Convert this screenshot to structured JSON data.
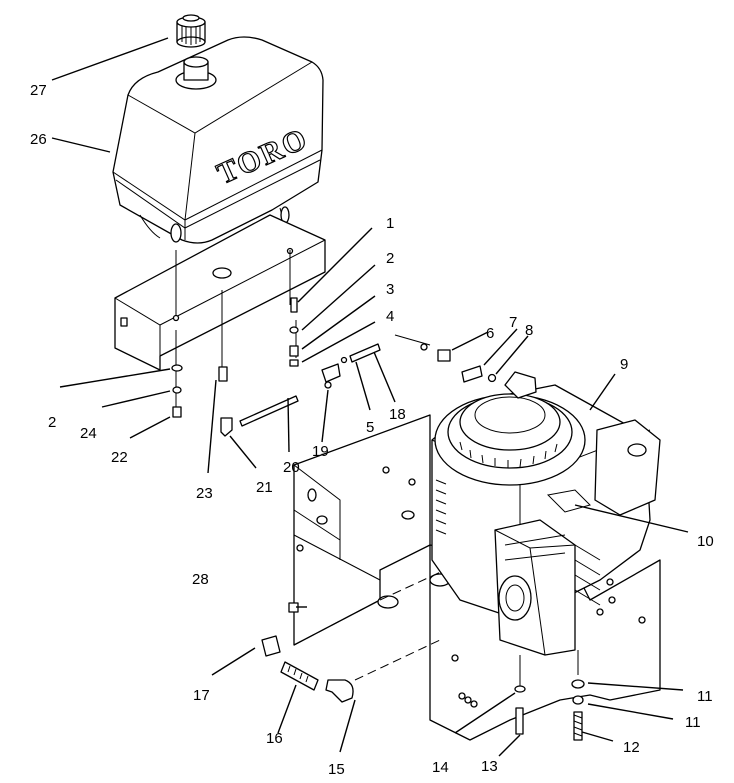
{
  "diagram": {
    "brand_logo_text": "TORO",
    "callouts": [
      "1",
      "2",
      "3",
      "4",
      "6",
      "7",
      "8",
      "9",
      "10",
      "11",
      "12",
      "13",
      "14",
      "15",
      "16",
      "17",
      "18",
      "19",
      "20",
      "21",
      "22",
      "23",
      "24",
      "26",
      "27",
      "28",
      "5"
    ],
    "callout_2_left": "2",
    "callout_11_upper": "11",
    "callout_11_lower": "11"
  }
}
